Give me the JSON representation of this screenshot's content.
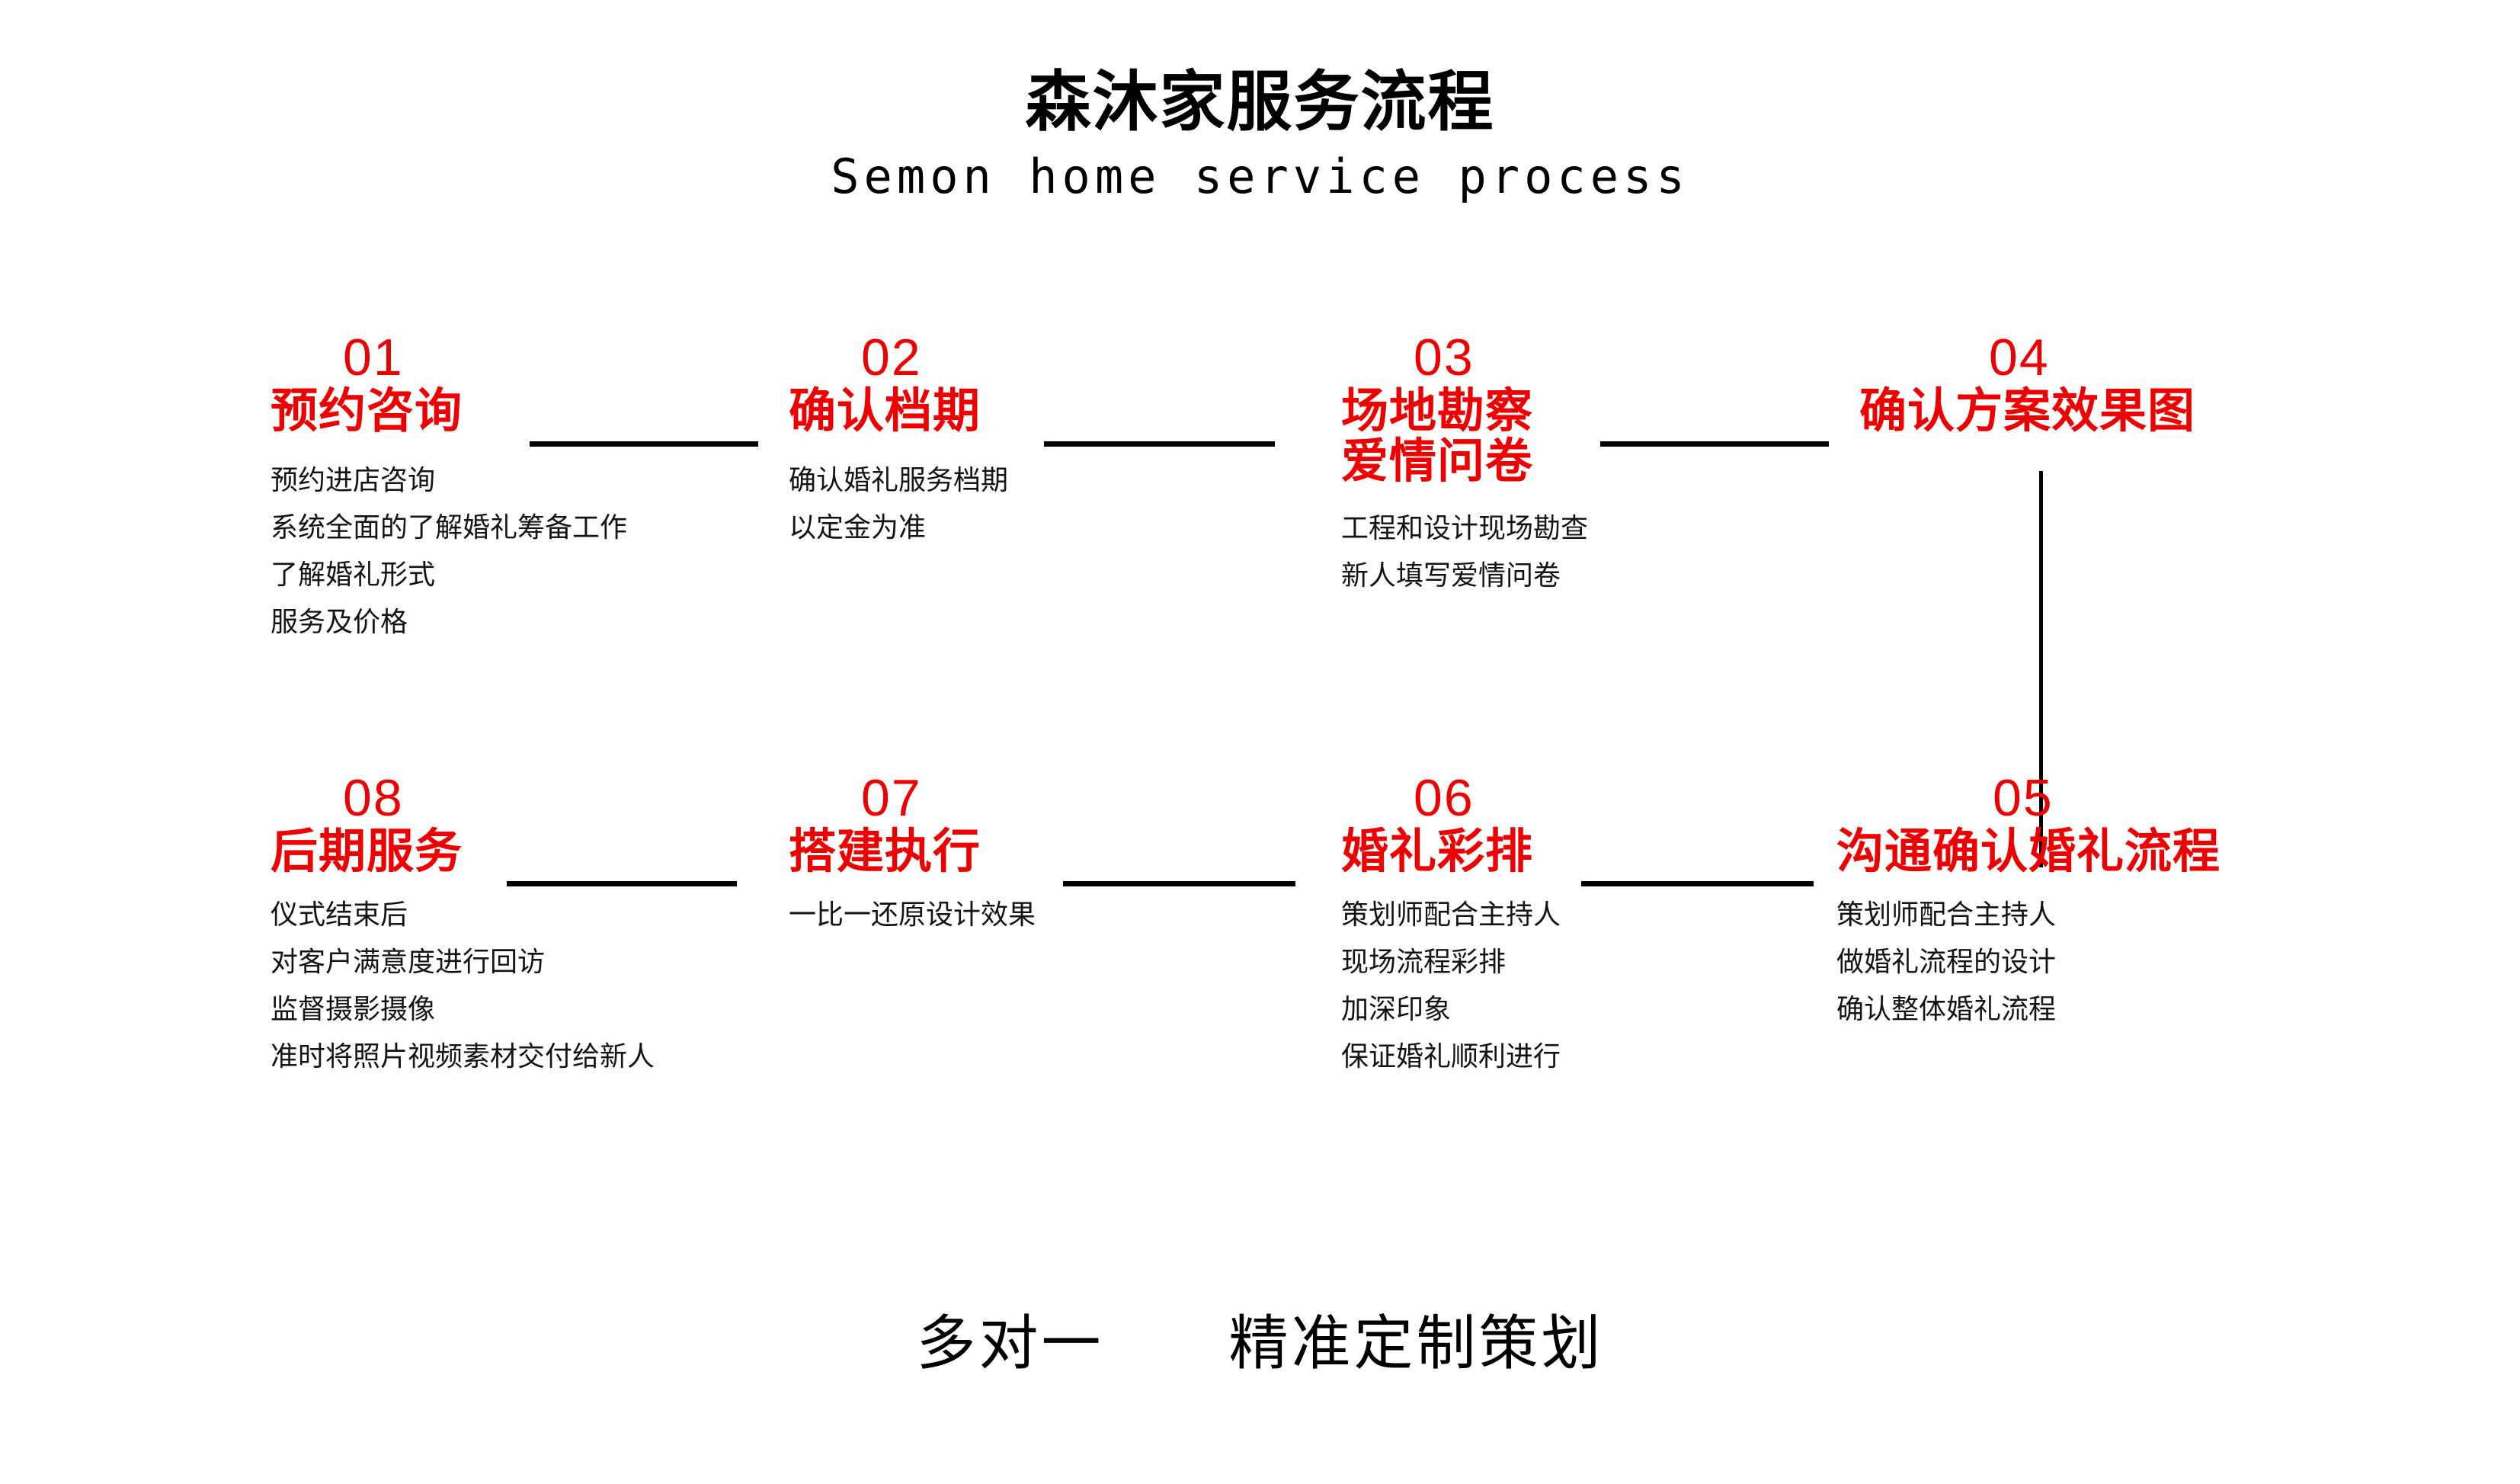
{
  "header": {
    "title": "森沐家服务流程",
    "subtitle": "Semon home service process"
  },
  "colors": {
    "accent_red": "#ee0000",
    "text_black": "#000000",
    "background": "#ffffff"
  },
  "steps": [
    {
      "number": "01",
      "title_line1": "预约咨询",
      "title_line2": "",
      "body": [
        "预约进店咨询",
        "系统全面的了解婚礼筹备工作",
        "了解婚礼形式",
        "服务及价格"
      ]
    },
    {
      "number": "02",
      "title_line1": "确认档期",
      "title_line2": "",
      "body": [
        "确认婚礼服务档期",
        "以定金为准"
      ]
    },
    {
      "number": "03",
      "title_line1": "场地勘察",
      "title_line2": "爱情问卷",
      "body": [
        "工程和设计现场勘查",
        "新人填写爱情问卷"
      ]
    },
    {
      "number": "04",
      "title_line1": "确认方案效果图",
      "title_line2": "",
      "body": []
    },
    {
      "number": "08",
      "title_line1": "后期服务",
      "title_line2": "",
      "body": [
        "仪式结束后",
        "对客户满意度进行回访",
        "监督摄影摄像",
        "准时将照片视频素材交付给新人"
      ]
    },
    {
      "number": "07",
      "title_line1": "搭建执行",
      "title_line2": "",
      "body": [
        "一比一还原设计效果"
      ]
    },
    {
      "number": "06",
      "title_line1": "婚礼彩排",
      "title_line2": "",
      "body": [
        "策划师配合主持人",
        "现场流程彩排",
        "加深印象",
        "保证婚礼顺利进行"
      ]
    },
    {
      "number": "05",
      "title_line1": "沟通确认婚礼流程",
      "title_line2": "",
      "body": [
        "策划师配合主持人",
        "做婚礼流程的设计",
        "确认整体婚礼流程"
      ]
    }
  ],
  "footer": {
    "text": "多对一　　精准定制策划"
  }
}
